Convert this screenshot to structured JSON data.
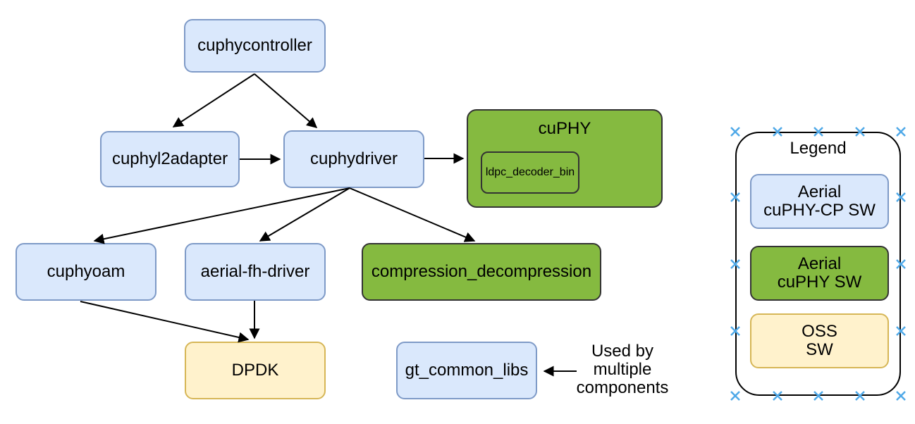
{
  "diagram": {
    "nodes": {
      "cuphycontroller": "cuphycontroller",
      "cuphyl2adapter": "cuphyl2adapter",
      "cuphydriver": "cuphydriver",
      "cuphy": "cuPHY",
      "ldpc_decoder_bin": "ldpc_decoder_bin",
      "cuphyoam": "cuphyoam",
      "aerial_fh_driver": "aerial-fh-driver",
      "compression_decompression": "compression_decompression",
      "dpdk": "DPDK",
      "gt_common_libs": "gt_common_libs"
    },
    "edges": [
      {
        "from": "cuphycontroller",
        "to": "cuphyl2adapter"
      },
      {
        "from": "cuphycontroller",
        "to": "cuphydriver"
      },
      {
        "from": "cuphyl2adapter",
        "to": "cuphydriver"
      },
      {
        "from": "cuphydriver",
        "to": "cuphy"
      },
      {
        "from": "cuphydriver",
        "to": "cuphyoam"
      },
      {
        "from": "cuphydriver",
        "to": "aerial_fh_driver"
      },
      {
        "from": "cuphydriver",
        "to": "compression_decompression"
      },
      {
        "from": "cuphyoam",
        "to": "dpdk"
      },
      {
        "from": "aerial_fh_driver",
        "to": "dpdk"
      },
      {
        "from": "annotation",
        "to": "gt_common_libs"
      }
    ],
    "annotation": {
      "line1": "Used by",
      "line2": "multiple",
      "line3": "components"
    }
  },
  "legend": {
    "title": "Legend",
    "items": [
      {
        "line1": "Aerial",
        "line2": "cuPHY-CP SW",
        "fill": "#DAE8FC"
      },
      {
        "line1": "Aerial",
        "line2": "cuPHY SW",
        "fill": "#85BA40"
      },
      {
        "line1": "OSS",
        "line2": "SW",
        "fill": "#FFF2CC"
      }
    ]
  },
  "colors": {
    "node_blue_fill": "#DAE8FC",
    "node_blue_stroke": "#7E9AC7",
    "node_green_fill": "#85BA40",
    "node_green_stroke": "#333333",
    "node_yellow_fill": "#FFF2CC",
    "node_yellow_stroke": "#D6B656",
    "arrow": "#000000",
    "connection_point": "#4FA9E8"
  }
}
